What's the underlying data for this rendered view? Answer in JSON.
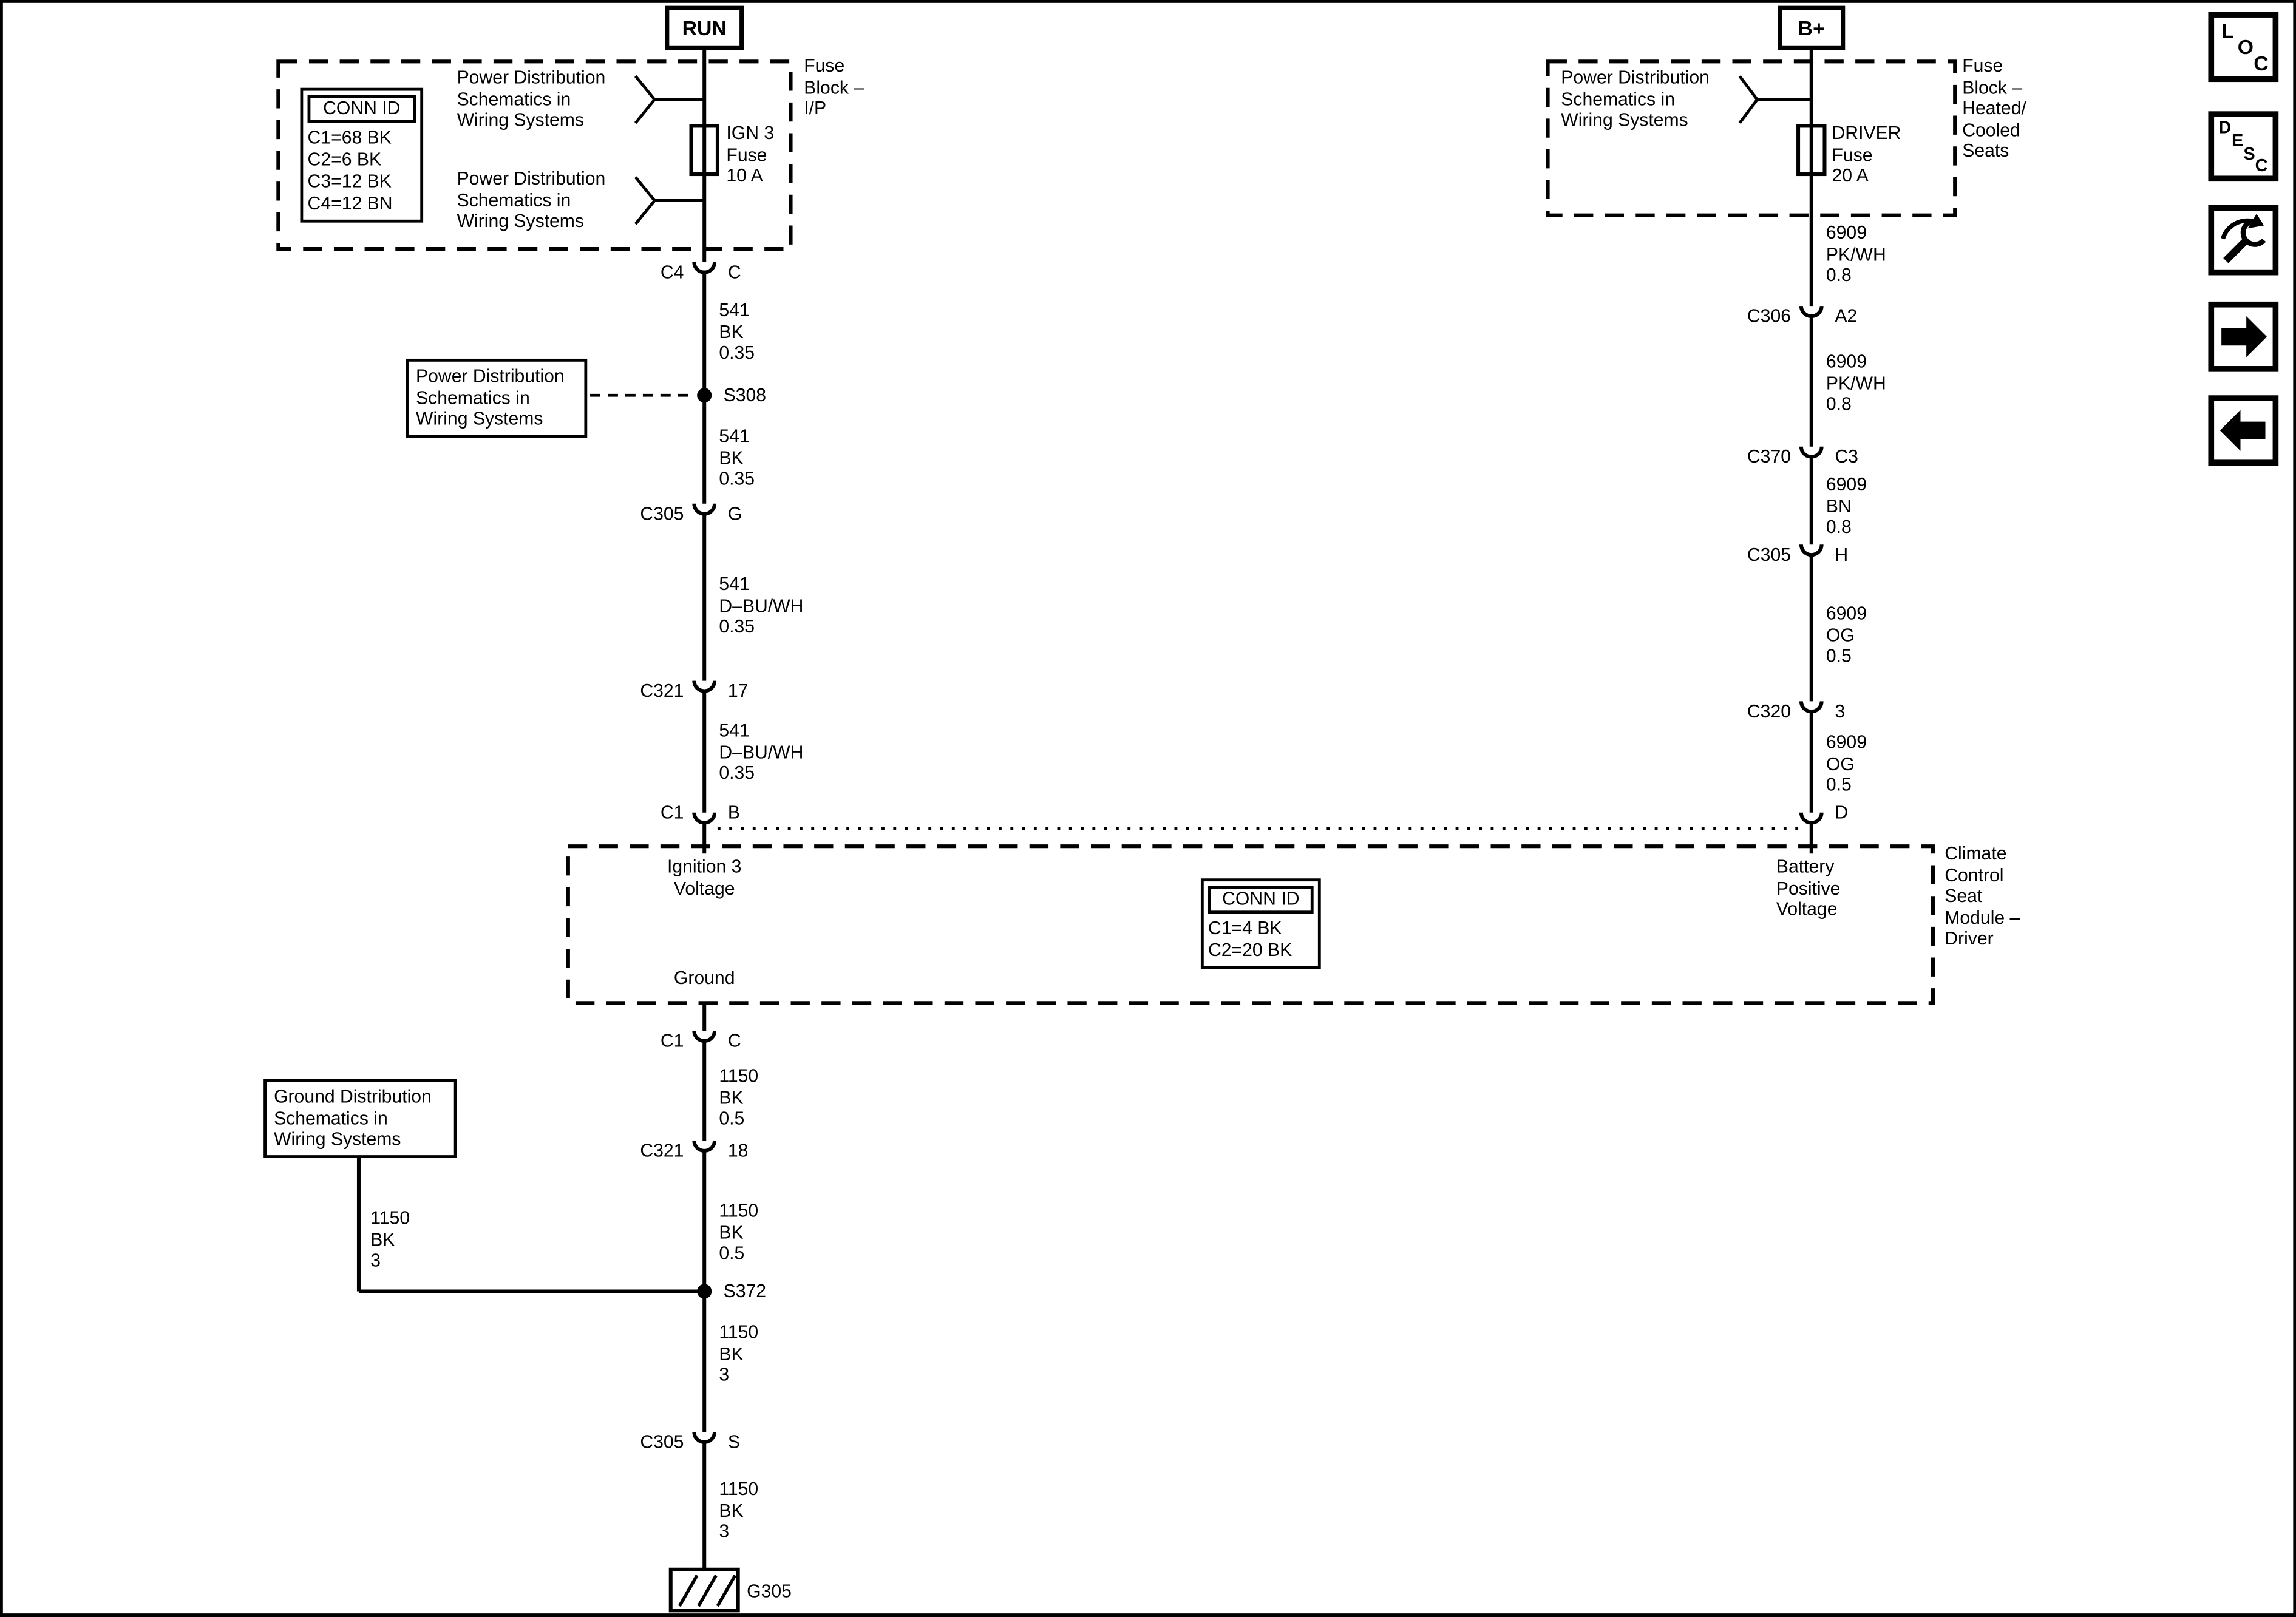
{
  "colors": {
    "line": "#000000",
    "background": "#ffffff",
    "text": "#000000"
  },
  "left_circuit": {
    "source": "RUN",
    "fuse_block": {
      "name": "Fuse\nBlock –\nI/P",
      "conn_id": {
        "title": "CONN ID",
        "rows": [
          "C1=68 BK",
          "C2=6 BK",
          "C3=12 BK",
          "C4=12 BN"
        ]
      },
      "ref_upper": "Power Distribution\nSchematics in\nWiring Systems",
      "ref_lower": "Power Distribution\nSchematics in\nWiring Systems",
      "fuse": "IGN 3\nFuse\n10 A"
    },
    "connectors": [
      {
        "name": "C4",
        "pin": "C"
      },
      {
        "name": "C305",
        "pin": "G"
      },
      {
        "name": "C321",
        "pin": "17"
      },
      {
        "name": "C1",
        "pin": "B"
      }
    ],
    "wires": [
      "541\nBK\n0.35",
      "541\nBK\n0.35",
      "541\nD–BU/WH\n0.35",
      "541\nD–BU/WH\n0.35"
    ],
    "splice": {
      "name": "S308",
      "ref": "Power Distribution\nSchematics in\nWiring Systems"
    }
  },
  "right_circuit": {
    "source": "B+",
    "fuse_block": {
      "name": "Fuse\nBlock –\nHeated/\nCooled\nSeats",
      "ref": "Power Distribution\nSchematics in\nWiring Systems",
      "fuse": "DRIVER\nFuse\n20 A"
    },
    "connectors": [
      {
        "name": "C306",
        "pin": "A2"
      },
      {
        "name": "C370",
        "pin": "C3"
      },
      {
        "name": "C305",
        "pin": "H"
      },
      {
        "name": "C320",
        "pin": "3"
      },
      {
        "name": "",
        "pin": "D"
      }
    ],
    "wires": [
      "6909\nPK/WH\n0.8",
      "6909\nPK/WH\n0.8",
      "6909\nBN\n0.8",
      "6909\nOG\n0.5",
      "6909\nOG\n0.5"
    ]
  },
  "module": {
    "name": "Climate\nControl\nSeat\nModule –\nDriver",
    "conn_id": {
      "title": "CONN ID",
      "rows": [
        "C1=4 BK",
        "C2=20 BK"
      ]
    },
    "input_left": "Ignition 3\nVoltage",
    "input_right": "Battery\nPositive\nVoltage",
    "output": "Ground"
  },
  "ground_circuit": {
    "connectors": [
      {
        "name": "C1",
        "pin": "C"
      },
      {
        "name": "C321",
        "pin": "18"
      },
      {
        "name": "C305",
        "pin": "S"
      }
    ],
    "wires": [
      "1150\nBK\n0.5",
      "1150\nBK\n0.5",
      "1150\nBK\n3",
      "1150\nBK\n3"
    ],
    "splice": "S372",
    "branch": {
      "ref": "Ground Distribution\nSchematics in\nWiring Systems",
      "wire": "1150\nBK\n3"
    },
    "ground": "G305"
  },
  "toolbar": {
    "loc_letters": [
      "L",
      "O",
      "C"
    ],
    "desc_letters": [
      "D",
      "E",
      "S",
      "C"
    ],
    "icon_names": [
      "loc-button",
      "desc-button",
      "schematic-navigation-icon",
      "forward-arrow-icon",
      "back-arrow-icon"
    ]
  }
}
